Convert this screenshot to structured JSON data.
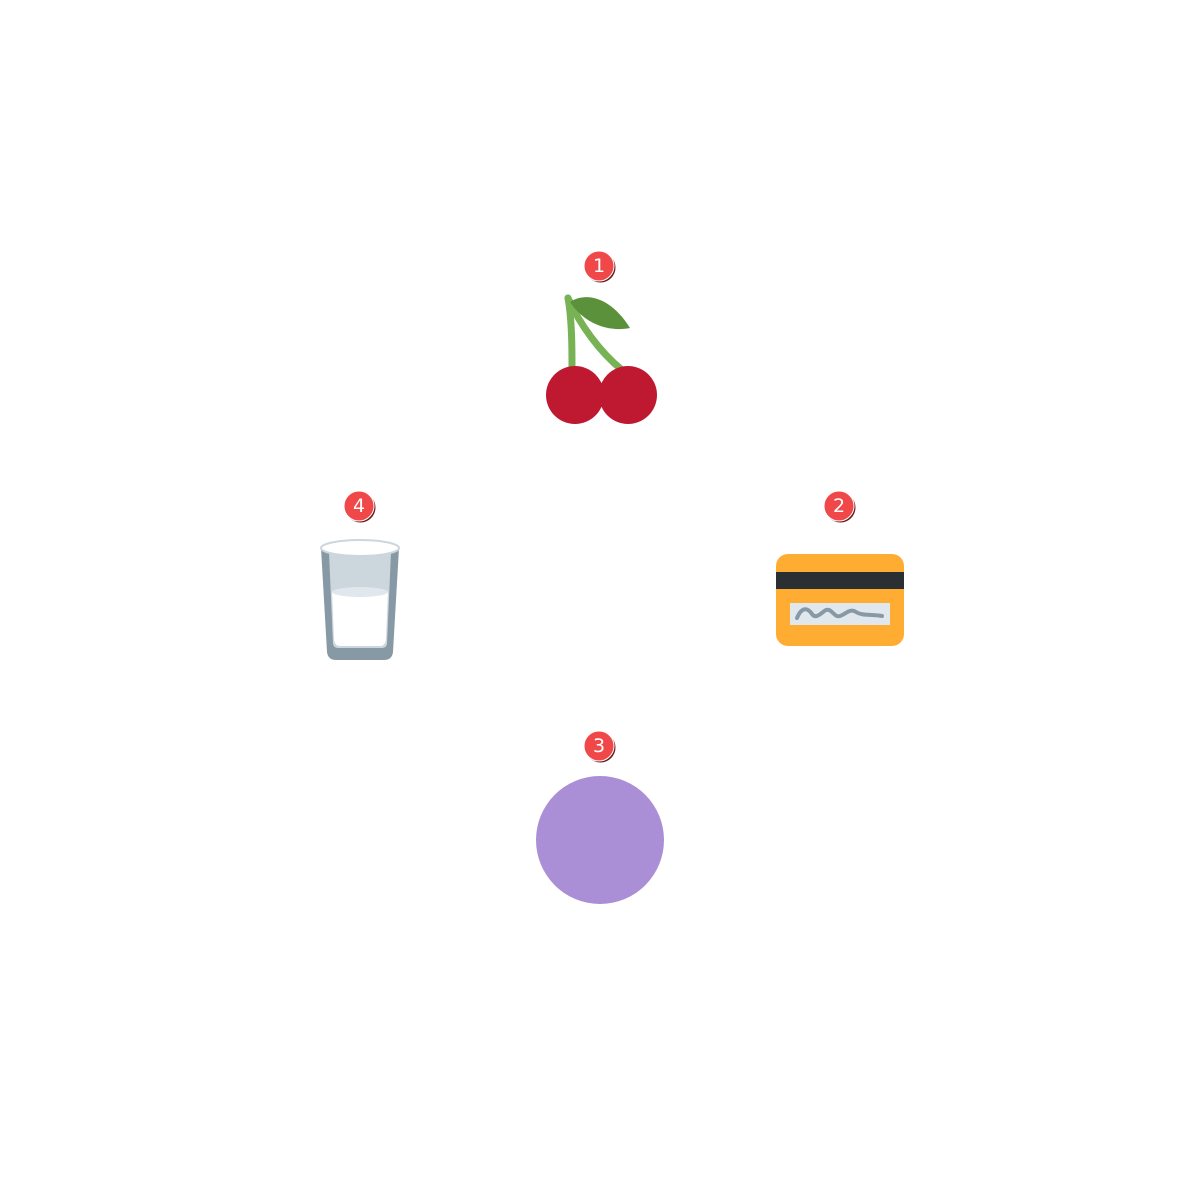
{
  "items": [
    {
      "number": "1",
      "icon": "cherries-icon"
    },
    {
      "number": "2",
      "icon": "credit-card-icon"
    },
    {
      "number": "3",
      "icon": "purple-circle-icon"
    },
    {
      "number": "4",
      "icon": "glass-of-milk-icon"
    }
  ],
  "colors": {
    "badge": "#f04848",
    "cherry": "#be1931",
    "leaf": "#5c913b",
    "stem": "#77b255",
    "card": "#ffac33",
    "card_stripe": "#292f33",
    "purple_circle": "#aa8ed6",
    "glass": "#8899a6"
  }
}
